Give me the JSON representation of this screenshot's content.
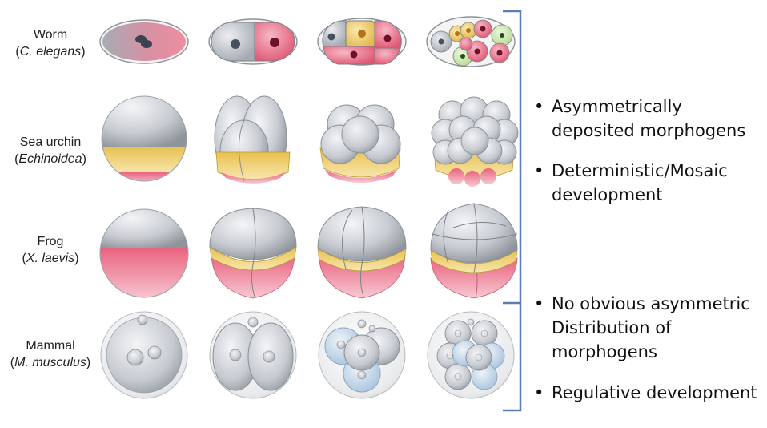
{
  "species": [
    {
      "common": "Worm",
      "sci": "C. elegans"
    },
    {
      "common": "Sea urchin",
      "sci": "Echinoidea"
    },
    {
      "common": "Frog",
      "sci": "X. laevis"
    },
    {
      "common": "Mammal",
      "sci": "M. musculus"
    }
  ],
  "groups": [
    {
      "bullets": [
        {
          "line1": "Asymmetrically",
          "line2": "deposited morphogens"
        },
        {
          "line1": "Deterministic/Mosaic",
          "line2": "development"
        }
      ]
    },
    {
      "bullets": [
        {
          "line1": "No obvious asymmetric",
          "line2": "Distribution of",
          "line3": "morphogens"
        },
        {
          "line1": "Regulative development"
        }
      ]
    }
  ],
  "colors": {
    "bracket": "#5b7db5",
    "gray": "#c4c8ce",
    "yellow": "#f1d67a",
    "pink": "#ea7f94",
    "green": "#cdeab4",
    "blue": "#a7c3de"
  }
}
